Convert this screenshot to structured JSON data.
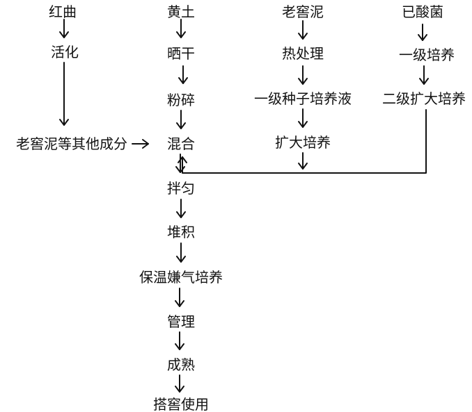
{
  "column_red_yeast": {
    "start": "红曲",
    "activate": "活化"
  },
  "old_cellar_mud_components": "老窖泥等其他成分",
  "main_process": {
    "loess": "黄土",
    "sun_dry": "晒干",
    "crush": "粉碎",
    "mix": "混合",
    "stir": "拌匀",
    "pile": "堆积",
    "anaerobic_culture": "保温嫌气培养",
    "manage": "管理",
    "mature": "成熟",
    "build_cellar": "搭窖使用"
  },
  "column_old_mud": {
    "start": "老窖泥",
    "heat_treatment": "热处理",
    "seed_liquid": "一级种子培养液",
    "expand": "扩大培养"
  },
  "column_caproic": {
    "start": "已酸菌",
    "first_culture": "一级培养",
    "second_culture": "二级扩大培养"
  }
}
